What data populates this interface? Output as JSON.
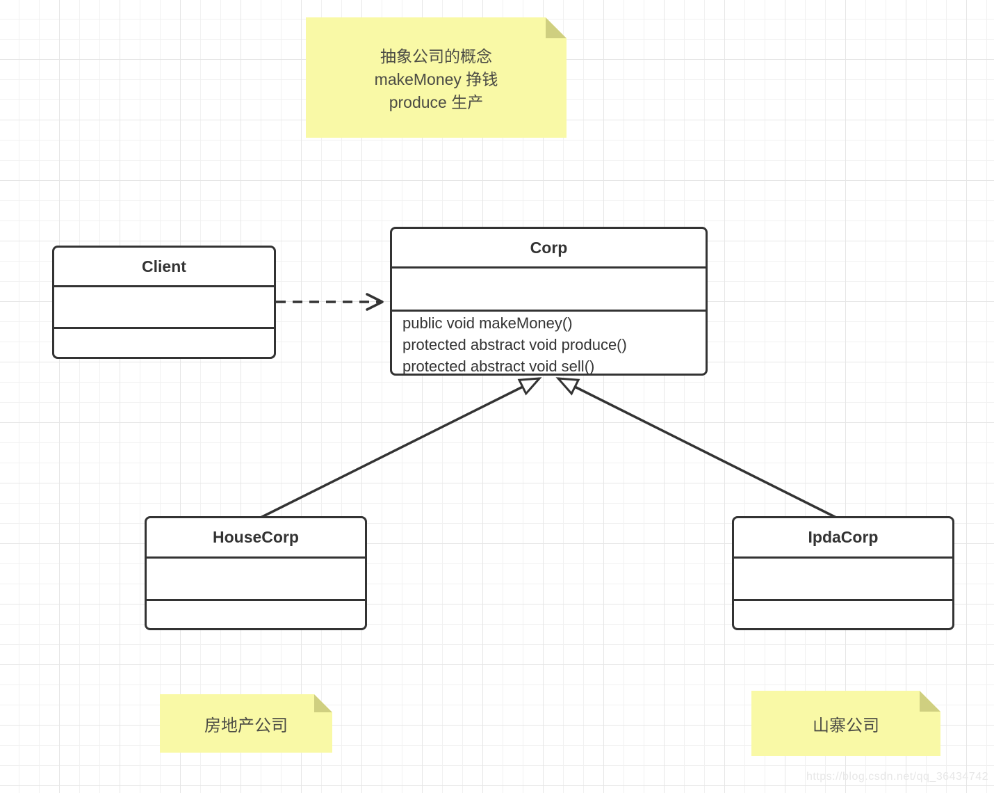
{
  "canvas": {
    "watermark": "https://blog.csdn.net/qq_36434742"
  },
  "sticky_notes": {
    "top": {
      "line1": "抽象公司的概念",
      "line2": "makeMoney 挣钱",
      "line3": "produce 生产"
    },
    "bottom_left": {
      "text": "房地产公司"
    },
    "bottom_right": {
      "text": "山寨公司"
    }
  },
  "classes": {
    "client": {
      "title": "Client"
    },
    "corp": {
      "title": "Corp",
      "methods": [
        "public void makeMoney()",
        "protected abstract void produce()",
        "protected abstract void sell()"
      ]
    },
    "house_corp": {
      "title": "HouseCorp"
    },
    "ipda_corp": {
      "title": "IpdaCorp"
    }
  },
  "relations": {
    "dependency": "Client ..> Corp",
    "generalization_left": "HouseCorp --|> Corp",
    "generalization_right": "IpdaCorp --|> Corp"
  },
  "colors": {
    "note_background": "#f9f9a6",
    "note_fold": "#cfcf80",
    "shape_stroke": "#333333",
    "grid_minor": "#f1f1f1",
    "grid_major": "#e6e6e6",
    "watermark_text": "#e7e7e7"
  }
}
